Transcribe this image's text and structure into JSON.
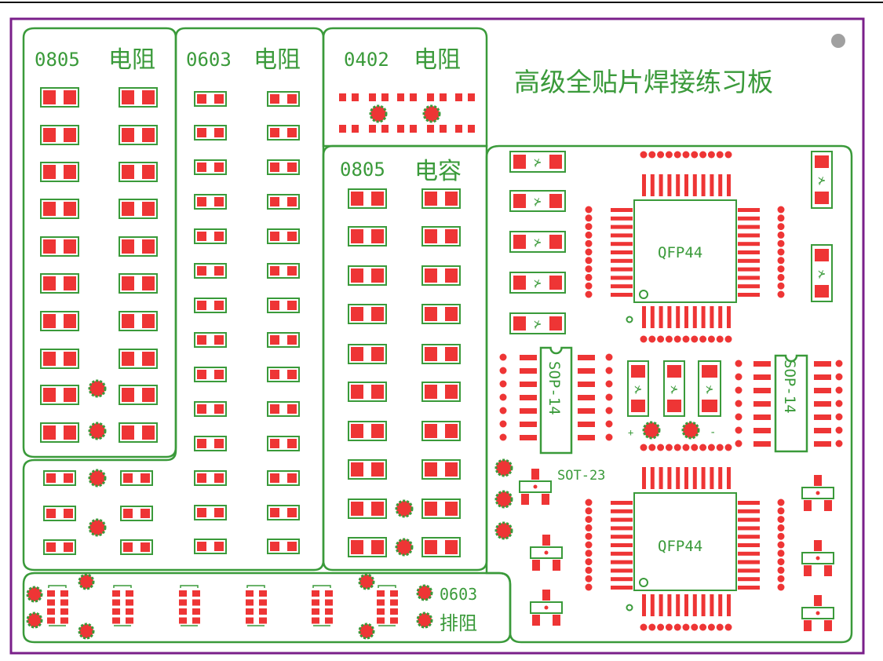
{
  "board": {
    "title": "高级全贴片焊接练习板",
    "sections": {
      "res0805": {
        "size": "0805",
        "name": "电阻"
      },
      "res0603": {
        "size": "0603",
        "name": "电阻"
      },
      "res0402": {
        "size": "0402",
        "name": "电阻"
      },
      "cap0805": {
        "size": "0805",
        "name": "电容"
      },
      "array0603": {
        "size": "0603",
        "name": "排阻"
      }
    },
    "chips": {
      "qfp_top": "QFP44",
      "qfp_bottom": "QFP44",
      "sop_left": "SOP-14",
      "sop_right": "SOP-14",
      "sot": "SOT-23"
    },
    "polarity": {
      "plus": "+",
      "minus": "-"
    }
  },
  "colors": {
    "outline": "#3a9a3a",
    "pad": "#ee3535",
    "border": "#7a1f8a",
    "mark": "#a0a0a0"
  }
}
